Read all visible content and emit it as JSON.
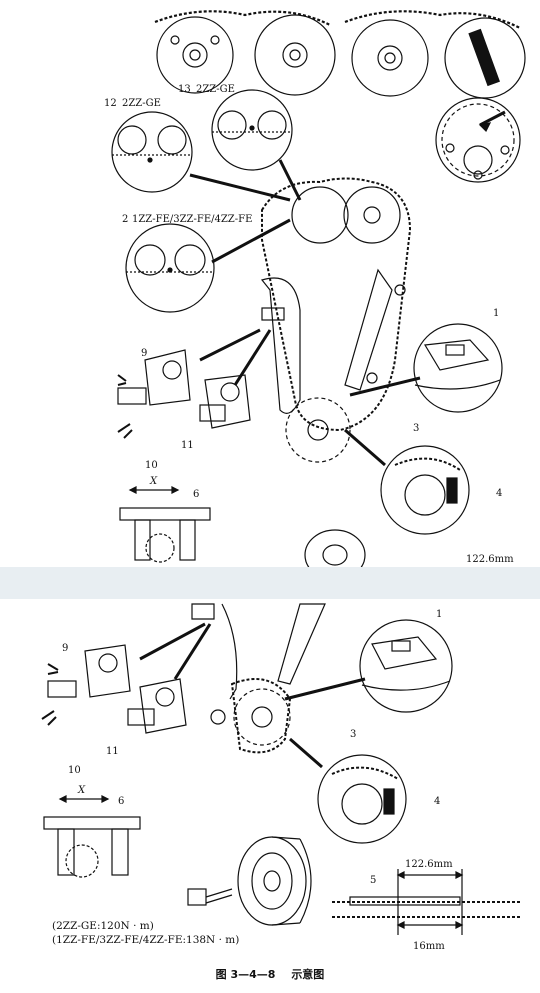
{
  "top": {
    "labels": {
      "label_12": "12",
      "engine_12": "2ZZ-GE",
      "label_13": "13",
      "engine_13": "2ZZ-GE",
      "label_2": "2",
      "engine_2": "1ZZ-FE/3ZZ-FE/4ZZ-FE",
      "callout_1": "1",
      "callout_9": "9",
      "callout_11": "11",
      "callout_10": "10",
      "callout_3": "3",
      "callout_4": "4",
      "dim_x": "X",
      "callout_6": "6",
      "dim_122": "122.6mm"
    }
  },
  "bottom": {
    "labels": {
      "callout_1": "1",
      "callout_9": "9",
      "callout_11": "11",
      "callout_10": "10",
      "callout_3": "3",
      "callout_4": "4",
      "dim_x": "X",
      "callout_6": "6",
      "callout_5": "5",
      "dim_122": "122.6mm",
      "dim_16": "16mm"
    },
    "torque_2zz": "(2ZZ-GE:120N · m)",
    "torque_other": "(1ZZ-FE/3ZZ-FE/4ZZ-FE:138N · m)"
  },
  "caption": {
    "figure_number": "图 3—4—8",
    "title": "示意图"
  }
}
